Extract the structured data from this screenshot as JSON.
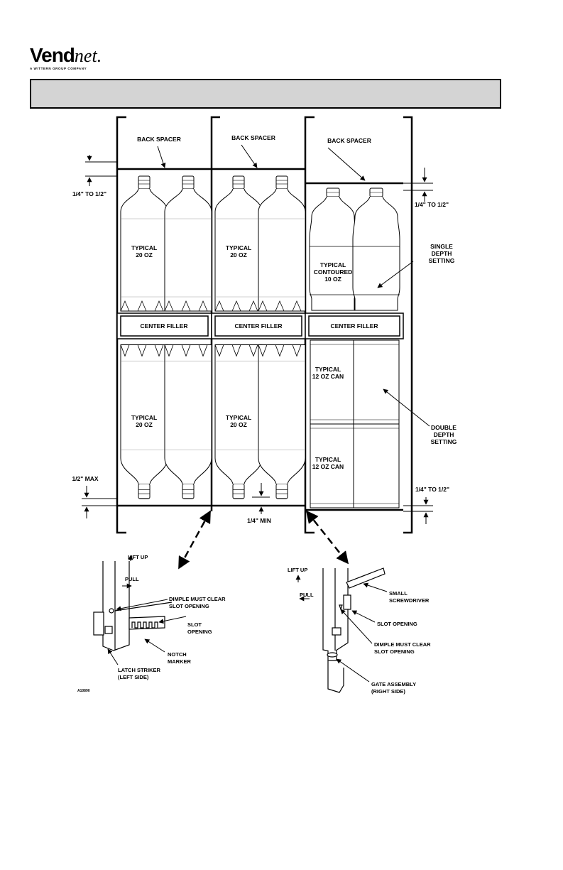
{
  "logo": {
    "brand_bold": "Vend",
    "brand_italic": "net",
    "tm": ".",
    "tagline": "A WITTERN GROUP COMPANY"
  },
  "header": {
    "title": ""
  },
  "labels": {
    "back_spacer": "BACK SPACER",
    "center_filler": "CENTER FILLER",
    "typical": "TYPICAL",
    "oz20": "20 OZ",
    "contoured": "CONTOURED",
    "oz10": "10 OZ",
    "can12": "12 OZ CAN",
    "quarter_to_half": "1/4\" TO 1/2\"",
    "half_max": "1/2\" MAX",
    "quarter_min": "1/4\" MIN",
    "single": "SINGLE",
    "double": "DOUBLE",
    "depth": "DEPTH",
    "setting": "SETTING",
    "lift_up": "LIFT UP",
    "pull": "PULL",
    "dimple": "DIMPLE MUST CLEAR",
    "slot_opening": "SLOT OPENING",
    "slot": "SLOT",
    "opening": "OPENING",
    "notch": "NOTCH",
    "marker": "MARKER",
    "latch_striker": "LATCH STRIKER",
    "left_side": "(LEFT SIDE)",
    "small": "SMALL",
    "screwdriver": "SCREWDRIVER",
    "gate_assembly": "GATE ASSEMBLY",
    "right_side": "(RIGHT SIDE)",
    "figure_id": "A10890"
  }
}
